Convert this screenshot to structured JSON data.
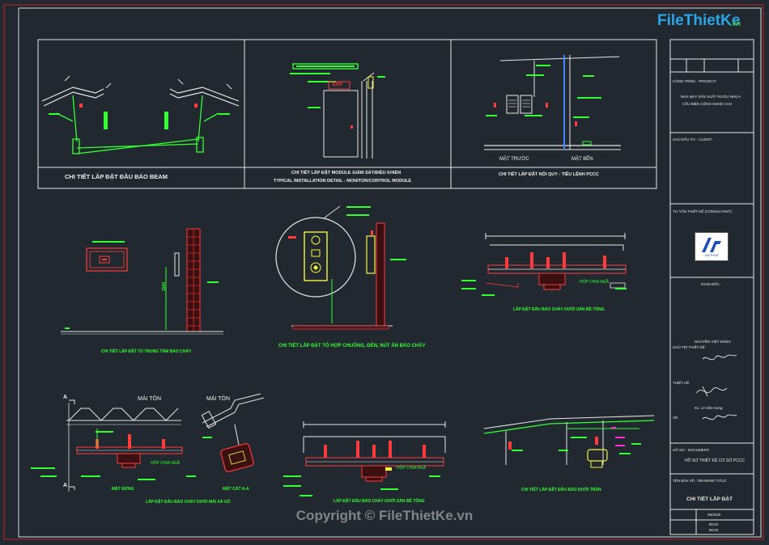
{
  "watermark": {
    "site_name": "FileThietKe",
    "site_suffix": ".vn",
    "copyright": "Copyright © FileThietKe.vn"
  },
  "top_panels": {
    "beam": {
      "caption": "CHI TIẾT LẮP ĐẶT ĐẦU BÁO BEAM"
    },
    "module": {
      "caption_vi": "CHI TIẾT LẮP ĐẶT MODULE GIÁM SÁT/ĐIỀU KHIỂN",
      "caption_en": "TYPICAL INSTALLATION DETAIL - MONITOR/CONTROL MODULE",
      "exit_sign": "EXIT"
    },
    "pccc": {
      "caption": "CHI TIẾT LẮP ĐẶT NỘI QUY - TIÊU LỆNH PCCC",
      "front_view": "MẶT TRƯỚC",
      "side_view": "MẶT BÊN"
    }
  },
  "middle_details": {
    "panel": {
      "caption": "CHI TIẾT LẮP ĐẶT TỦ TRUNG TÂM BÁO CHÁY",
      "height_dim": "1500"
    },
    "bell": {
      "caption": "CHI TIẾT LẮP ĐẶT TỔ HỢP CHUÔNG, ĐÈN, NÚT ẤN BÁO CHÁY"
    },
    "floor": {
      "caption": "LẮP ĐẶT ĐẦU BÁO CHÁY DƯỚI SÀN BÊ TÔNG",
      "tag": "HỘP CHIA NGÃ"
    }
  },
  "bottom_details": {
    "roof": {
      "roof_label_1": "MÁI TÔN",
      "roof_label_2": "MÁI TÔN",
      "section_mark": "A",
      "front_view": "MẶT ĐỨNG",
      "section_view": "MẶT CẮT A-A",
      "caption": "LẮP ĐẶT ĐẦU BÁO CHÁY DƯỚI MÁI XÀ GỒ",
      "tag": "HỘP CHIA NGÃ"
    },
    "slab": {
      "caption": "LẮP ĐẶT ĐẦU BÁO CHÁY DƯỚI SÀN BÊ TÔNG",
      "tag": "HỘP CHIA NGÃ"
    },
    "ceiling": {
      "caption": "CHI TIẾT LẮP ĐẶT ĐẦU BÁO DƯỚI TRẦN"
    }
  },
  "title_block": {
    "project_header": "CÔNG TRÌNH - PROJECT:",
    "project_name_1": "NHÀ MÁY SẢN XUẤT RƯỢU NHỰA",
    "project_name_2": "CẦU BIỆN CÔNG NGHỆ CAO",
    "owner_header": "CHỦ ĐẦU TƯ - CLIENT:",
    "consultant_header": "TƯ VẤN THIẾT KẾ (CONSULTANT):",
    "brand_mark": "AN PHAT",
    "manager_label": "GIÁM ĐỐC:",
    "manager_name": "NGUYỄN VIỆT DŨNG",
    "chief_label": "CHỦ TRÌ THIẾT KẾ:",
    "designer_label": "THIẾT KẾ:",
    "designer_name": "Ks. Lê Văn Hưng",
    "drawer_label": "VẼ:",
    "design_header": "HỒ SƠ - DOCUMENT:",
    "design_name": "HỒ SƠ THIẾT KẾ CƠ SỞ PCCC",
    "drawing_header": "TÊN BẢN VẼ - DRAWING TITLE:",
    "drawing_title": "CHI TIẾT LẮP ĐẶT",
    "sheet_date": "06/2020",
    "sheet_no": "BC02",
    "sheet_code": "BC03"
  },
  "colors": {
    "background": "#212830",
    "frame": "#c22222",
    "green_line": "#33ff33",
    "red_mark": "#ff3b3b",
    "white_line": "#e8e8e8",
    "yellow": "#f5f542",
    "magenta": "#ff2fd0",
    "cyan": "#38d8ff",
    "blue_line": "#3f86ff",
    "logo_blue": "#2aa7e8",
    "logo_green": "#3cc23c"
  }
}
